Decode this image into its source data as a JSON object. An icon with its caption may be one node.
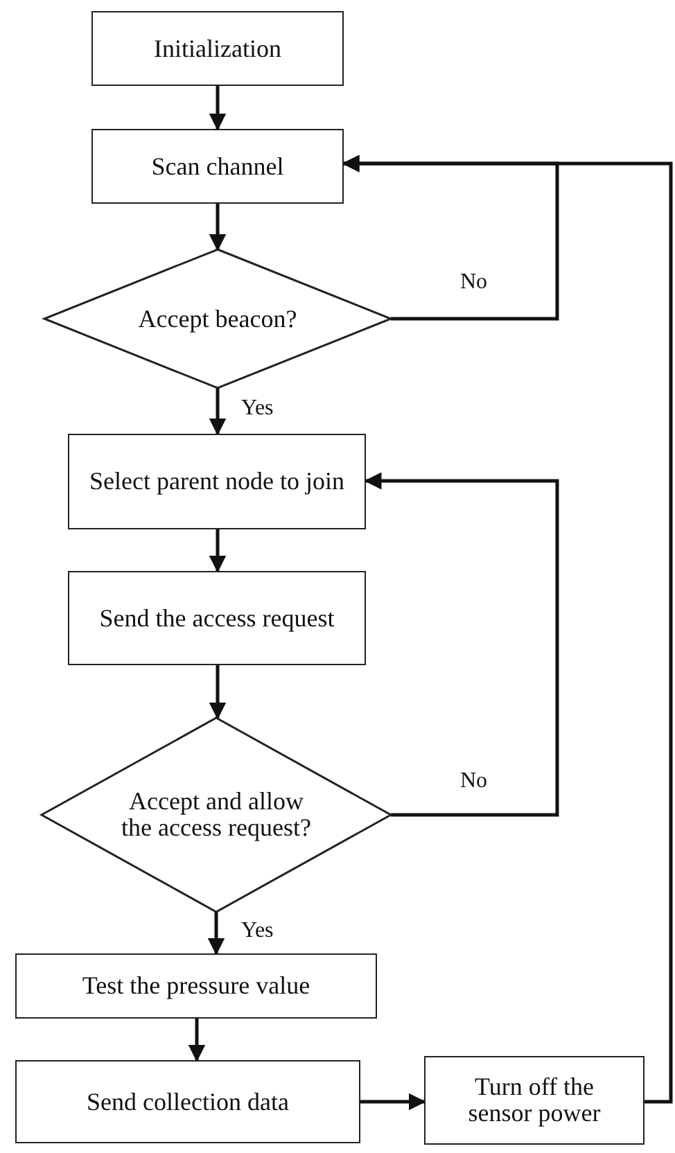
{
  "diagram": {
    "nodes": [
      {
        "text": [
          "Initialization"
        ]
      },
      {
        "text": [
          "Scan channel"
        ]
      },
      {
        "text": [
          "Accept beacon?"
        ]
      },
      {
        "text": [
          "Select parent node to join"
        ]
      },
      {
        "text": [
          "Send the access request"
        ]
      },
      {
        "text": [
          "Accept and allow the access request?"
        ]
      },
      {
        "text": [
          "Test the pressure value"
        ]
      },
      {
        "text": [
          "Send collection data"
        ]
      },
      {
        "text": [
          "Turn off the sensor power"
        ]
      }
    ],
    "edges": [
      {
        "from": 0,
        "to": 1,
        "arrow": "to"
      },
      {
        "from": 1,
        "to": 2,
        "arrow": "to"
      },
      {
        "from": 2,
        "to": 1,
        "arrow": "to",
        "label": "No"
      },
      {
        "from": 2,
        "to": 3,
        "arrow": "to",
        "label": "Yes"
      },
      {
        "from": 3,
        "to": 4,
        "arrow": "to"
      },
      {
        "from": 4,
        "to": 5,
        "arrow": "to"
      },
      {
        "from": 5,
        "to": 3,
        "arrow": "to",
        "label": "No"
      },
      {
        "from": 5,
        "to": 6,
        "arrow": "to",
        "label": "Yes"
      },
      {
        "from": 6,
        "to": 7,
        "arrow": "to"
      },
      {
        "from": 7,
        "to": 8,
        "arrow": "to"
      },
      {
        "from": 8,
        "to": 1,
        "arrow": "to"
      }
    ]
  }
}
